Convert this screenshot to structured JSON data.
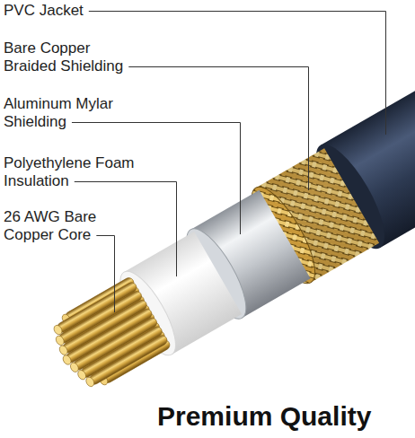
{
  "diagram": {
    "caption": "Premium Quality",
    "labels": [
      "PVC Jacket",
      "Bare Copper Braided Shielding",
      "Aluminum Mylar Shielding",
      "Polyethylene Foam Insulation",
      "26 AWG Bare Copper Core"
    ]
  }
}
